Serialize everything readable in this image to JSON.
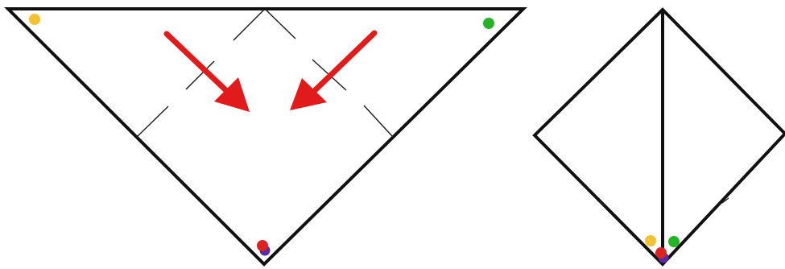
{
  "diagram": {
    "description_free": true,
    "panels": [
      {
        "id": "left-triangle",
        "shape": "triangle",
        "arrows": 2,
        "arrow_color": "#e11b1b",
        "fold_guides": true,
        "corner_dots": [
          "yellow",
          "green",
          "red",
          "purple"
        ]
      },
      {
        "id": "right-folded",
        "shape": "kite-with-center-crease",
        "corner_dots": [
          "yellow",
          "red",
          "green",
          "purple"
        ]
      }
    ],
    "colors": {
      "line": "#111111",
      "guide": "#222222",
      "arrow": "#e11b1b",
      "dot_yellow": "#f2c230",
      "dot_green": "#27b327",
      "dot_red": "#dd2222",
      "dot_purple": "#5a2aa0"
    }
  }
}
